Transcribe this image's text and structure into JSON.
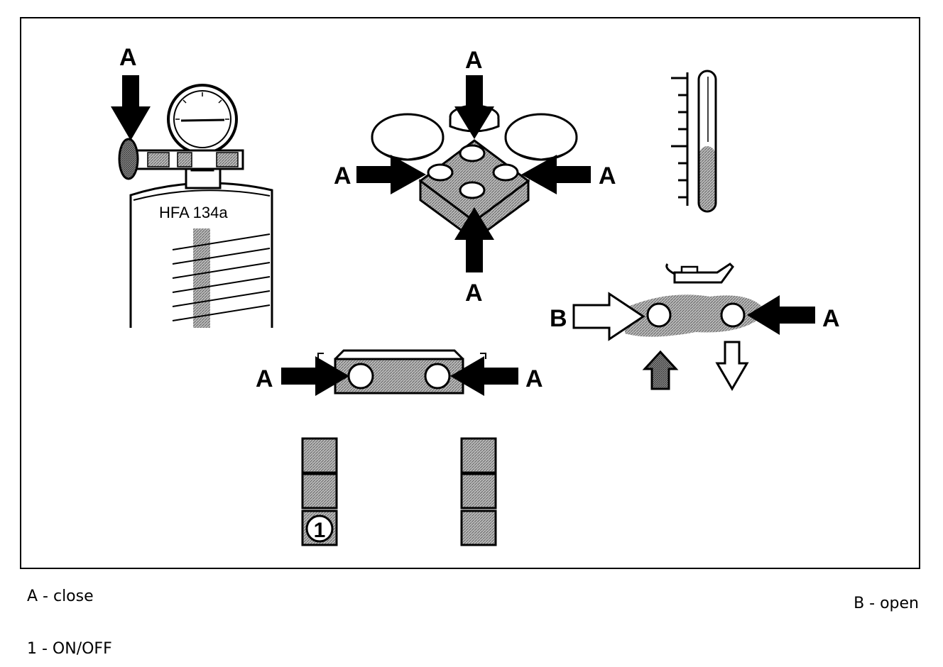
{
  "labels": {
    "close_marker": "A",
    "open_marker": "B",
    "switch_number": "1",
    "cylinder_text": "HFA 134a"
  },
  "legend": {
    "close": "A - close",
    "open": "B - open",
    "onoff": "1 - ON/OFF"
  },
  "colors": {
    "stroke": "#000000",
    "hatch": "#9a9a9a",
    "fill_light": "#ffffff"
  },
  "icons": [
    "pressure-gauge-icon",
    "refrigerant-cylinder-icon",
    "manifold-valve-icon",
    "sight-tube-icon",
    "oil-can-icon",
    "switch-panel-icon"
  ]
}
